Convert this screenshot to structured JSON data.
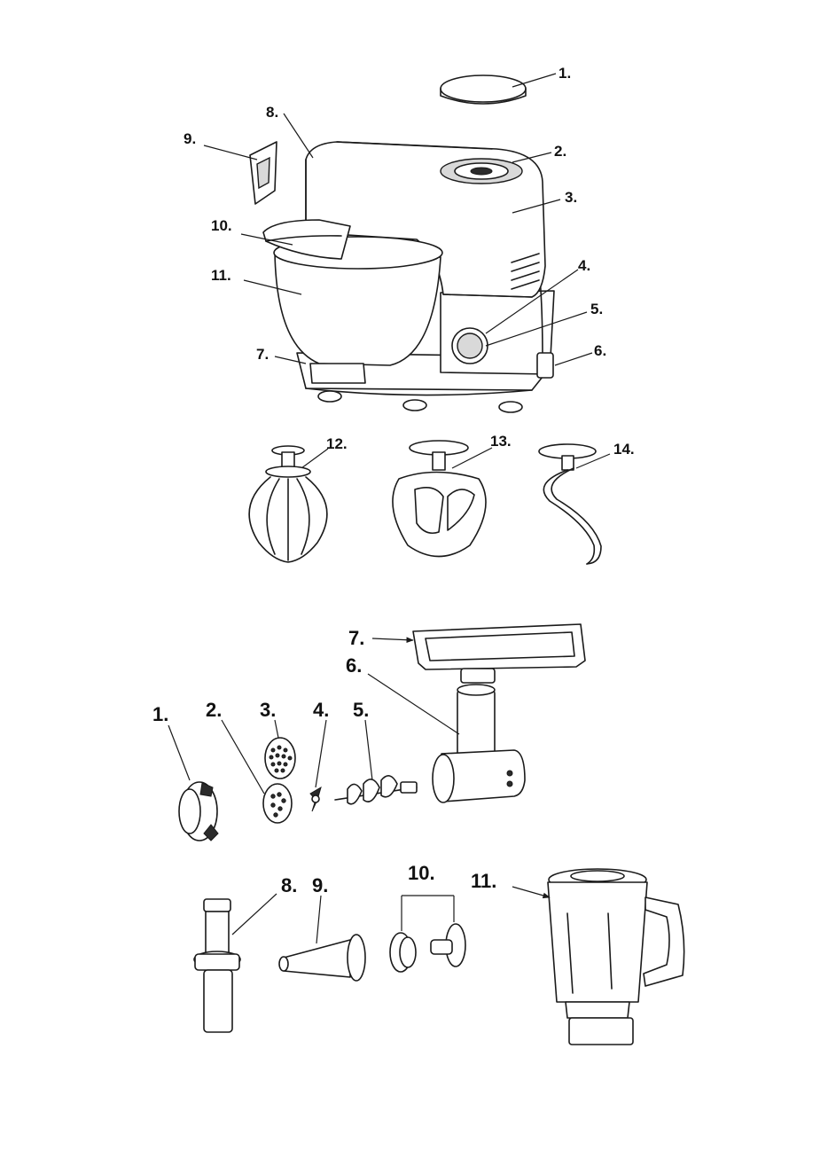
{
  "mixer_labels": {
    "l1": "1.",
    "l2": "2.",
    "l3": "3.",
    "l4": "4.",
    "l5": "5.",
    "l6": "6.",
    "l7": "7.",
    "l8": "8.",
    "l9": "9.",
    "l10": "10.",
    "l11": "11.",
    "l12": "12.",
    "l13": "13.",
    "l14": "14."
  },
  "accessory_labels": {
    "l1": "1.",
    "l2": "2.",
    "l3": "3.",
    "l4": "4.",
    "l5": "5.",
    "l6": "6.",
    "l7": "7.",
    "l8": "8.",
    "l9": "9.",
    "l10": "10.",
    "l11": "11."
  }
}
